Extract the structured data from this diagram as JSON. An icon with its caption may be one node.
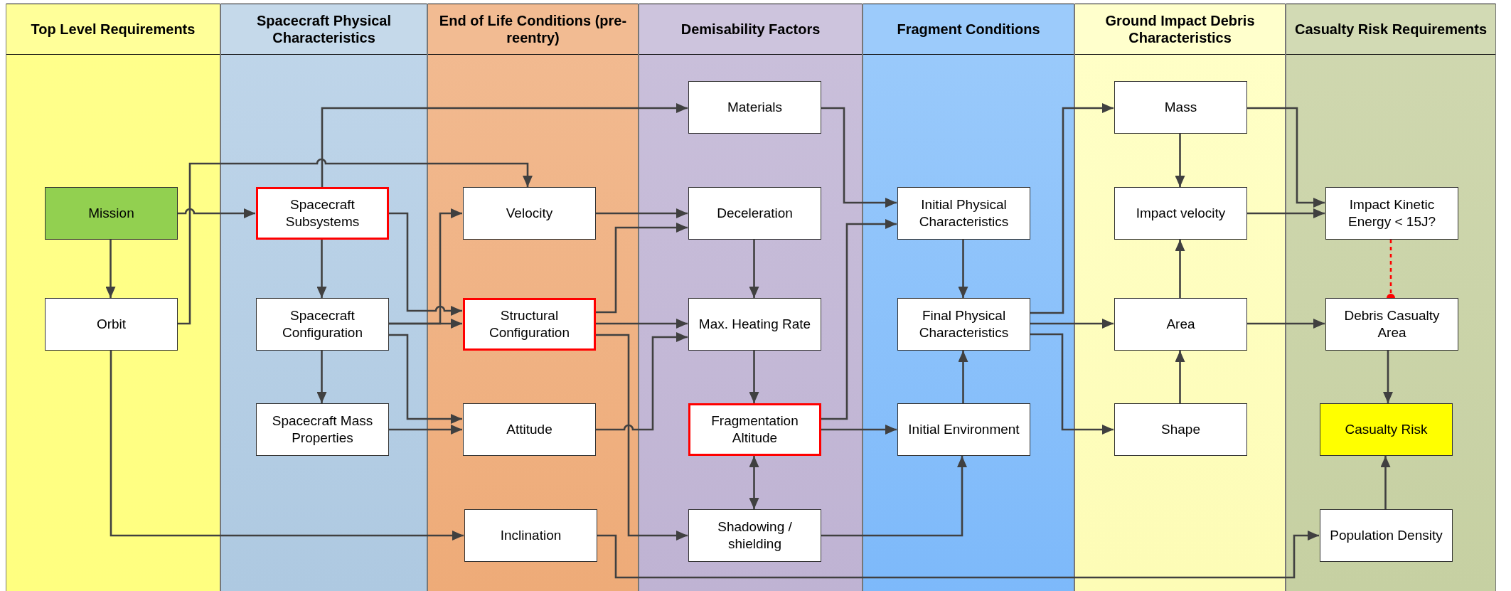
{
  "diagram": {
    "nodes": [
      {
        "text": [
          "Top Level Requirements"
        ]
      },
      {
        "text": [
          "Mission"
        ],
        "in": 0
      },
      {
        "text": [
          "Orbit"
        ],
        "in": 0
      },
      {
        "text": [
          "Spacecraft Physical Characteristics"
        ]
      },
      {
        "text": [
          "Spacecraft Subsystems"
        ],
        "in": 3
      },
      {
        "text": [
          "Spacecraft Configuration"
        ],
        "in": 3
      },
      {
        "text": [
          "Spacecraft Mass Properties"
        ],
        "in": 3
      },
      {
        "text": [
          "End of Life Conditions (pre-reentry)"
        ]
      },
      {
        "text": [
          "Velocity"
        ],
        "in": 7
      },
      {
        "text": [
          "Structural Configuration"
        ],
        "in": 7
      },
      {
        "text": [
          "Attitude"
        ],
        "in": 7
      },
      {
        "text": [
          "Inclination"
        ],
        "in": 7
      },
      {
        "text": [
          "Demisability Factors"
        ]
      },
      {
        "text": [
          "Materials"
        ],
        "in": 12
      },
      {
        "text": [
          "Deceleration"
        ],
        "in": 12
      },
      {
        "text": [
          "Max. Heating Rate"
        ],
        "in": 12
      },
      {
        "text": [
          "Fragmentation Altitude"
        ],
        "in": 12
      },
      {
        "text": [
          "Shadowing / shielding"
        ],
        "in": 12
      },
      {
        "text": [
          "Fragment Conditions"
        ]
      },
      {
        "text": [
          "Initial Physical Characteristics"
        ],
        "in": 18
      },
      {
        "text": [
          "Final Physical Characteristics"
        ],
        "in": 18
      },
      {
        "text": [
          "Initial Environment"
        ],
        "in": 18
      },
      {
        "text": [
          "Ground Impact Debris Characteristics"
        ]
      },
      {
        "text": [
          "Mass"
        ],
        "in": 22
      },
      {
        "text": [
          "Impact velocity"
        ],
        "in": 22
      },
      {
        "text": [
          "Area"
        ],
        "in": 22
      },
      {
        "text": [
          "Shape"
        ],
        "in": 22
      },
      {
        "text": [
          "Casualty Risk Requirements"
        ]
      },
      {
        "text": [
          "Impact Kinetic Energy < 15J?"
        ],
        "in": 27
      },
      {
        "text": [
          "Debris Casualty Area"
        ],
        "in": 27
      },
      {
        "text": [
          "Casualty Risk"
        ],
        "in": 27
      },
      {
        "text": [
          "Population Density"
        ],
        "in": 27
      }
    ],
    "edges": [
      {
        "from": 1,
        "to": 4,
        "arrow": "to"
      },
      {
        "from": 1,
        "to": 2,
        "arrow": "to"
      },
      {
        "from": 2,
        "to": 8,
        "arrow": "to"
      },
      {
        "from": 4,
        "to": 13,
        "arrow": "to"
      },
      {
        "from": 4,
        "to": 5,
        "arrow": "to"
      },
      {
        "from": 4,
        "to": 9,
        "arrow": "to"
      },
      {
        "from": 5,
        "to": 9,
        "arrow": "to"
      },
      {
        "from": 5,
        "to": 8,
        "arrow": "to"
      },
      {
        "from": 5,
        "to": 10,
        "arrow": "to"
      },
      {
        "from": 5,
        "to": 6,
        "arrow": "to"
      },
      {
        "from": 6,
        "to": 10,
        "arrow": "to"
      },
      {
        "from": 8,
        "to": 14,
        "arrow": "to"
      },
      {
        "from": 9,
        "to": 14,
        "arrow": "to"
      },
      {
        "from": 9,
        "to": 15,
        "arrow": "to"
      },
      {
        "from": 9,
        "to": 17,
        "arrow": "to"
      },
      {
        "from": 10,
        "to": 15,
        "arrow": "to"
      },
      {
        "from": 2,
        "to": 11,
        "arrow": "to"
      },
      {
        "from": 11,
        "to": 31,
        "arrow": "to"
      },
      {
        "from": 13,
        "to": 19,
        "arrow": "to"
      },
      {
        "from": 14,
        "to": 15,
        "arrow": "to"
      },
      {
        "from": 15,
        "to": 16,
        "arrow": "to"
      },
      {
        "from": 16,
        "to": 17,
        "arrow": "both"
      },
      {
        "from": 16,
        "to": 19,
        "arrow": "to"
      },
      {
        "from": 16,
        "to": 21,
        "arrow": "to"
      },
      {
        "from": 17,
        "to": 21,
        "arrow": "to"
      },
      {
        "from": 19,
        "to": 20,
        "arrow": "to"
      },
      {
        "from": 21,
        "to": 20,
        "arrow": "to"
      },
      {
        "from": 20,
        "to": 23,
        "arrow": "to"
      },
      {
        "from": 20,
        "to": 25,
        "arrow": "to"
      },
      {
        "from": 20,
        "to": 26,
        "arrow": "to"
      },
      {
        "from": 23,
        "to": 24,
        "arrow": "to"
      },
      {
        "from": 23,
        "to": 28,
        "arrow": "to"
      },
      {
        "from": 24,
        "to": 28,
        "arrow": "to"
      },
      {
        "from": 25,
        "to": 24,
        "arrow": "to"
      },
      {
        "from": 26,
        "to": 25,
        "arrow": "to"
      },
      {
        "from": 25,
        "to": 29,
        "arrow": "to"
      },
      {
        "from": 28,
        "to": 29,
        "arrow": "other",
        "style": "dashed",
        "color": "#ff0000"
      },
      {
        "from": 29,
        "to": 30,
        "arrow": "to"
      },
      {
        "from": 31,
        "to": 30,
        "arrow": "to"
      }
    ]
  }
}
